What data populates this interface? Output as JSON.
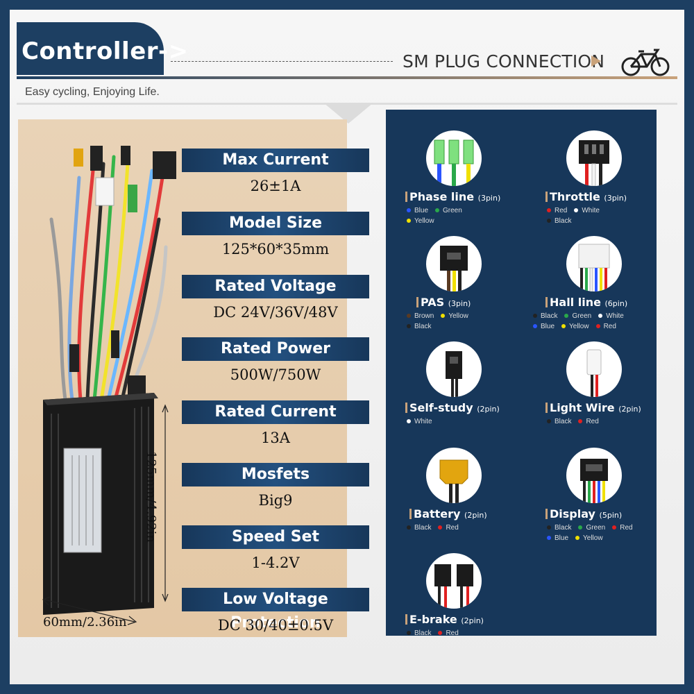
{
  "header": {
    "title": "Controller->",
    "right_title": "SM PLUG CONNECTION",
    "tagline": "Easy cycling, Enjoying Life."
  },
  "specs": [
    {
      "label": "Max Current",
      "value": "26±1A"
    },
    {
      "label": "Model Size",
      "value": "125*60*35mm"
    },
    {
      "label": "Rated Voltage",
      "value": "DC 24V/36V/48V"
    },
    {
      "label": "Rated Power",
      "value": "500W/750W"
    },
    {
      "label": "Rated Current",
      "value": "13A"
    },
    {
      "label": "Mosfets",
      "value": "Big9"
    },
    {
      "label": "Speed Set",
      "value": "1-4.2V"
    },
    {
      "label": "Low Voltage Protection",
      "value": "DC 30/40±0.5V"
    }
  ],
  "dimensions": {
    "length": "125mm/4.92in",
    "width": "60mm/2.36in"
  },
  "plugs": [
    {
      "name": "Phase line",
      "pins": "(3pin)",
      "wires": [
        {
          "label": "Blue",
          "color": "#2a55ff"
        },
        {
          "label": "Green",
          "color": "#2aa84a"
        },
        {
          "label": "Yellow",
          "color": "#f0e000"
        }
      ]
    },
    {
      "name": "Throttle",
      "pins": "(3pin)",
      "wires": [
        {
          "label": "Red",
          "color": "#e02020"
        },
        {
          "label": "White",
          "color": "#ffffff"
        },
        {
          "label": "Black",
          "color": "#222222"
        }
      ]
    },
    {
      "name": "PAS",
      "pins": "(3pin)",
      "wires": [
        {
          "label": "Brown",
          "color": "#5a3a22"
        },
        {
          "label": "Yellow",
          "color": "#f0e000"
        },
        {
          "label": "Black",
          "color": "#222222"
        }
      ]
    },
    {
      "name": "Hall line",
      "pins": "(6pin)",
      "wires": [
        {
          "label": "Black",
          "color": "#222222"
        },
        {
          "label": "Green",
          "color": "#2aa84a"
        },
        {
          "label": "White",
          "color": "#ffffff"
        },
        {
          "label": "Blue",
          "color": "#2a55ff"
        },
        {
          "label": "Yellow",
          "color": "#f0e000"
        },
        {
          "label": "Red",
          "color": "#e02020"
        }
      ]
    },
    {
      "name": "Self-study",
      "pins": "(2pin)",
      "wires": [
        {
          "label": "White",
          "color": "#ffffff"
        }
      ]
    },
    {
      "name": "Light Wire",
      "pins": "(2pin)",
      "wires": [
        {
          "label": "Black",
          "color": "#222222"
        },
        {
          "label": "Red",
          "color": "#e02020"
        }
      ]
    },
    {
      "name": "Battery",
      "pins": "(2pin)",
      "wires": [
        {
          "label": "Black",
          "color": "#222222"
        },
        {
          "label": "Red",
          "color": "#e02020"
        }
      ]
    },
    {
      "name": "Display",
      "pins": "(5pin)",
      "wires": [
        {
          "label": "Black",
          "color": "#222222"
        },
        {
          "label": "Green",
          "color": "#2aa84a"
        },
        {
          "label": "Red",
          "color": "#e02020"
        },
        {
          "label": "Blue",
          "color": "#2a55ff"
        },
        {
          "label": "Yellow",
          "color": "#f0e000"
        }
      ]
    },
    {
      "name": "E-brake",
      "pins": "(2pin)",
      "wires": [
        {
          "label": "Black",
          "color": "#222222"
        },
        {
          "label": "Red",
          "color": "#e02020"
        }
      ]
    }
  ],
  "colors": {
    "navy": "#1d3f62",
    "tan": "#e7cfb0",
    "accent": "#c9a27a"
  }
}
